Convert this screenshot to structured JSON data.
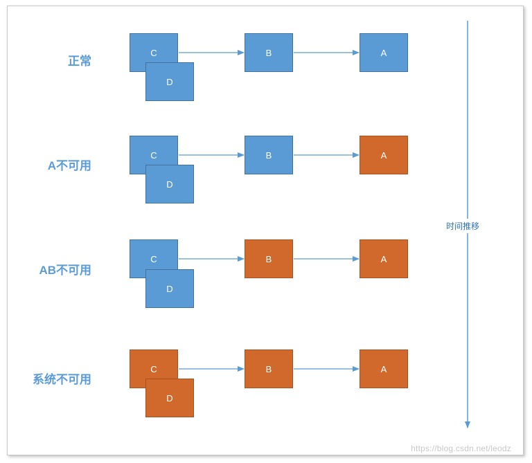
{
  "colors": {
    "available": "#5b9bd5",
    "unavailable": "#d0692b"
  },
  "rows": [
    {
      "label": "正常",
      "nodes": {
        "C": "C",
        "D": "D",
        "B": "B",
        "A": "A"
      },
      "status": {
        "C": "up",
        "D": "up",
        "B": "up",
        "A": "up"
      }
    },
    {
      "label": "A不可用",
      "nodes": {
        "C": "C",
        "D": "D",
        "B": "B",
        "A": "A"
      },
      "status": {
        "C": "up",
        "D": "up",
        "B": "up",
        "A": "down"
      }
    },
    {
      "label": "AB不可用",
      "nodes": {
        "C": "C",
        "D": "D",
        "B": "B",
        "A": "A"
      },
      "status": {
        "C": "up",
        "D": "up",
        "B": "down",
        "A": "down"
      }
    },
    {
      "label": "系统不可用",
      "nodes": {
        "C": "C",
        "D": "D",
        "B": "B",
        "A": "A"
      },
      "status": {
        "C": "down",
        "D": "down",
        "B": "down",
        "A": "down"
      }
    }
  ],
  "time_axis_label": "时间推移",
  "watermark": "https://blog.csdn.net/leodz"
}
